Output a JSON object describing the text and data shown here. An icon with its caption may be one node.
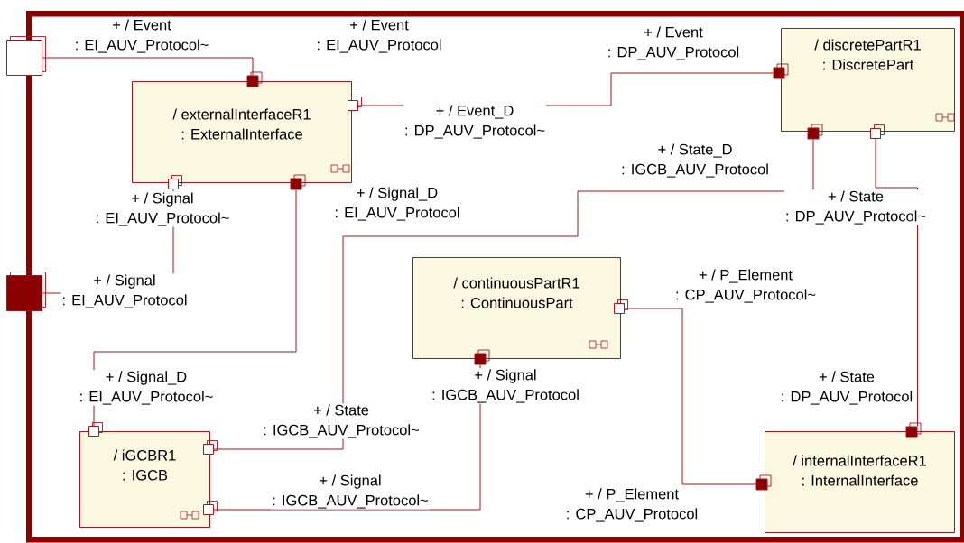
{
  "diagram": {
    "nodes": [
      {
        "text": [],
        "shape": "box"
      },
      {
        "text": [
          "/ externalInterfaceR1",
          ": ExternalInterface"
        ],
        "in": 0
      },
      {
        "text": [
          "/ discretePartR1",
          ": DiscretePart"
        ],
        "in": 0
      },
      {
        "text": [
          "/ continuousPartR1",
          ": ContinuousPart"
        ],
        "in": 0
      },
      {
        "text": [
          "/ iGCBR1",
          ": IGCB"
        ],
        "in": 0
      },
      {
        "text": [
          "/ internalInterfaceR1",
          ": InternalInterface"
        ],
        "in": 0
      },
      {
        "text": [],
        "shape": "box",
        "beside": [
          "+ / Event",
          ": EI_AUV_Protocol~"
        ]
      },
      {
        "text": [],
        "shape": "box",
        "beside": [
          "+ / Signal",
          ": EI_AUV_Protocol"
        ]
      },
      {
        "text": [],
        "shape": "box",
        "in": 0,
        "beside": [
          "+ / Event",
          ": EI_AUV_Protocol"
        ]
      },
      {
        "text": [],
        "shape": "box",
        "in": 0,
        "beside": [
          "+ / Event_D",
          ": DP_AUV_Protocol~"
        ]
      },
      {
        "text": [],
        "shape": "box",
        "in": 0,
        "beside": [
          "+ / Signal",
          ": EI_AUV_Protocol~"
        ]
      },
      {
        "text": [],
        "shape": "box",
        "in": 0,
        "beside": [
          "+ / Signal_D",
          ": EI_AUV_Protocol"
        ]
      },
      {
        "text": [],
        "shape": "box",
        "in": 0,
        "beside": [
          "+ / Event",
          ": DP_AUV_Protocol"
        ]
      },
      {
        "text": [],
        "shape": "box",
        "in": 0,
        "beside": [
          "+ / State_D",
          ": IGCB_AUV_Protocol"
        ]
      },
      {
        "text": [],
        "shape": "box",
        "in": 0,
        "beside": [
          "+ / State",
          ": DP_AUV_Protocol~"
        ]
      },
      {
        "text": [],
        "shape": "box",
        "in": 0,
        "beside": [
          "+ / P_Element",
          ": CP_AUV_Protocol~"
        ]
      },
      {
        "text": [],
        "shape": "box",
        "in": 0,
        "beside": [
          "+ / Signal",
          ": IGCB_AUV_Protocol"
        ]
      },
      {
        "text": [],
        "shape": "box",
        "in": 0,
        "beside": [
          "+ / Signal_D",
          ": EI_AUV_Protocol~"
        ]
      },
      {
        "text": [],
        "shape": "box",
        "in": 0,
        "beside": [
          "+ / State",
          ": IGCB_AUV_Protocol~"
        ]
      },
      {
        "text": [],
        "shape": "box",
        "in": 0,
        "beside": [
          "+ / Signal",
          ": IGCB_AUV_Protocol~"
        ]
      },
      {
        "text": [],
        "shape": "box",
        "in": 0,
        "beside": [
          "+ / State",
          ": DP_AUV_Protocol"
        ]
      },
      {
        "text": [],
        "shape": "box",
        "in": 0,
        "beside": [
          "+ / P_Element",
          ": CP_AUV_Protocol"
        ]
      }
    ],
    "edges": [
      {
        "from": 6,
        "to": 8,
        "arrow": "none"
      },
      {
        "from": 9,
        "to": 12,
        "arrow": "none"
      },
      {
        "from": 10,
        "to": 7,
        "arrow": "none"
      },
      {
        "from": 11,
        "to": 17,
        "arrow": "none"
      },
      {
        "from": 13,
        "to": 18,
        "arrow": "none"
      },
      {
        "from": 14,
        "to": 20,
        "arrow": "none"
      },
      {
        "from": 15,
        "to": 21,
        "arrow": "none"
      },
      {
        "from": 16,
        "to": 19,
        "arrow": "none"
      }
    ]
  }
}
